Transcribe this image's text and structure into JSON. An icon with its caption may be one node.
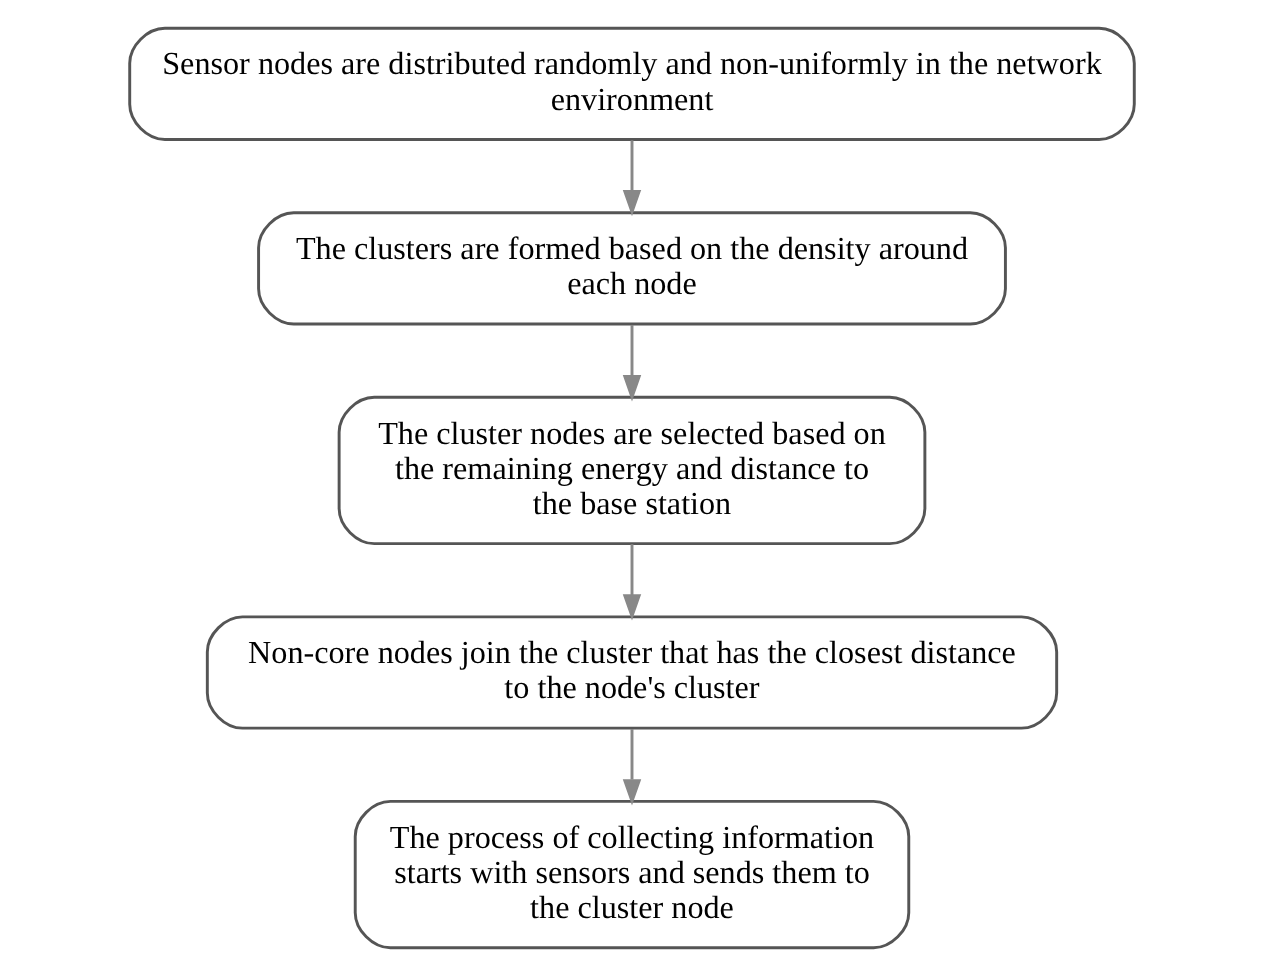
{
  "diagram": {
    "nodes": [
      {
        "text": [
          "Sensor nodes are distributed randomly and non-uniformly in the network environment"
        ]
      },
      {
        "text": [
          "The clusters are formed based on the density around each node"
        ]
      },
      {
        "text": [
          "The cluster nodes are selected based on the remaining energy and distance to the base station"
        ]
      },
      {
        "text": [
          "Non-core nodes join the cluster that has the closest distance to the node's cluster"
        ]
      },
      {
        "text": [
          "The process of collecting information starts with sensors and sends them to the cluster node"
        ]
      }
    ],
    "edges": [
      {
        "from": 0,
        "to": 1,
        "arrow": "to"
      },
      {
        "from": 1,
        "to": 2,
        "arrow": "to"
      },
      {
        "from": 2,
        "to": 3,
        "arrow": "to"
      },
      {
        "from": 3,
        "to": 4,
        "arrow": "to"
      }
    ]
  }
}
